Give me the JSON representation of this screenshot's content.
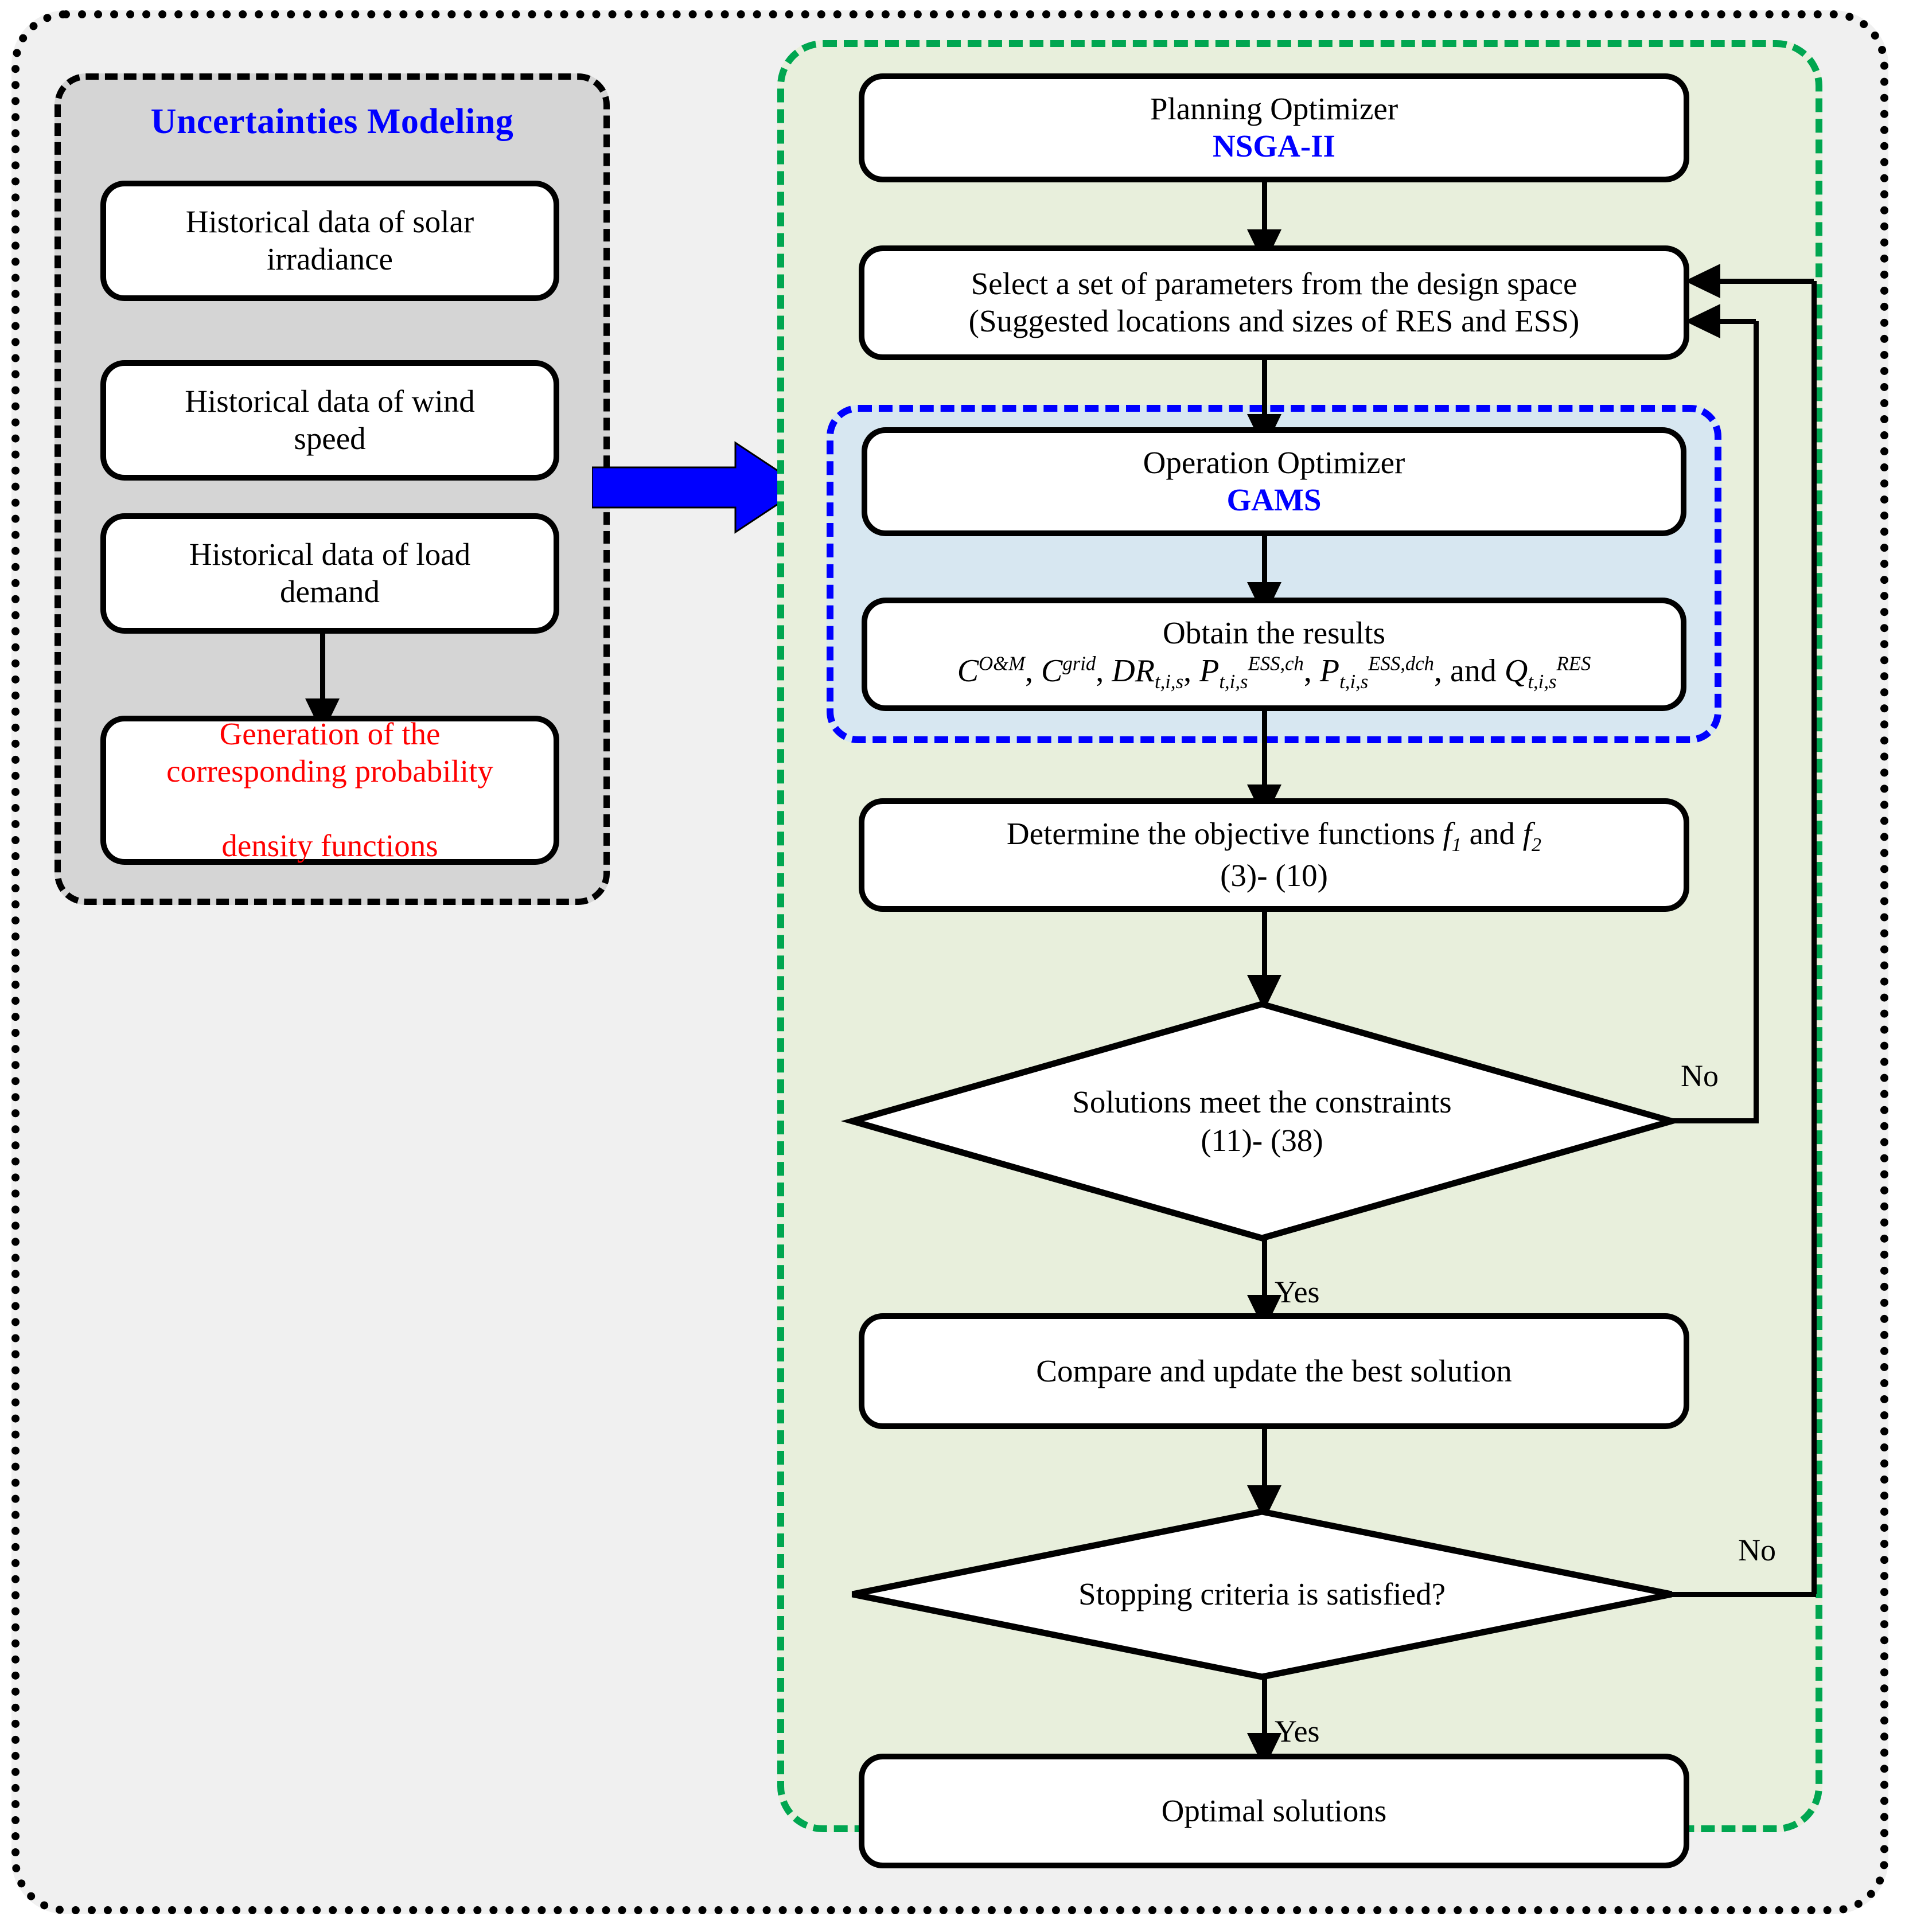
{
  "panels": {
    "left": {
      "title": "Uncertainties Modeling",
      "title_color": "#0000ff",
      "fill": "#d5d5d5"
    },
    "right": {
      "fill": "#e8efdc",
      "border_color": "#00a650"
    },
    "gams_region": {
      "fill": "#d7e7f1",
      "border_color": "#0000ff"
    },
    "outer": {
      "fill": "#f0f0f0",
      "border_color": "#000000"
    }
  },
  "left_nodes": [
    {
      "id": "solar",
      "line1": "Historical data of solar",
      "line2": "irradiance"
    },
    {
      "id": "wind",
      "line1": "Historical data of wind",
      "line2": "speed"
    },
    {
      "id": "load",
      "line1": "Historical data of load",
      "line2": "demand"
    },
    {
      "id": "pdf",
      "line1": "Generation of the",
      "line2": "corresponding probability",
      "line3": "density functions",
      "color": "#ff0000"
    }
  ],
  "right_nodes": {
    "planning_optimizer": {
      "line1": "Planning Optimizer",
      "line2": "NSGA-II",
      "accent_color": "#0000ff"
    },
    "select_params": {
      "line1": "Select a set of parameters from the design space",
      "line2": "(Suggested locations and sizes of RES and ESS)"
    },
    "operation_optimizer": {
      "line1": "Operation Optimizer",
      "line2": "GAMS",
      "accent_color": "#0000ff"
    },
    "obtain_results": {
      "line1": "Obtain the results",
      "formula_plain": "C^{O&M}, C^{grid}, DR_{t,i,s}, P_{t,i,s}^{ESS,ch}, P_{t,i,s}^{ESS,dch}, and Q_{t,i,s}^{RES}",
      "terms": [
        {
          "base": "C",
          "sup": "O&M",
          "sub": ""
        },
        {
          "base": "C",
          "sup": "grid",
          "sub": ""
        },
        {
          "base": "DR",
          "sup": "",
          "sub": "t,i,s"
        },
        {
          "base": "P",
          "sup": "ESS,ch",
          "sub": "t,i,s"
        },
        {
          "base": "P",
          "sup": "ESS,dch",
          "sub": "t,i,s"
        },
        {
          "base": "Q",
          "sup": "RES",
          "sub": "t,i,s"
        }
      ],
      "conjunction": "and"
    },
    "determine_objectives": {
      "line1_pre": "Determine the objective functions ",
      "f1": "f",
      "f1_sub": "1",
      "mid": " and ",
      "f2": "f",
      "f2_sub": "2",
      "line2": "(3)- (10)"
    },
    "compare_update": {
      "line1": "Compare and update the best solution"
    },
    "optimal_solutions": {
      "line1": "Optimal solutions"
    }
  },
  "decisions": {
    "constraints": {
      "line1": "Solutions meet the constraints",
      "line2": "(11)- (38)",
      "yes": "Yes",
      "no": "No"
    },
    "stopping": {
      "line1": "Stopping criteria is satisfied?",
      "yes": "Yes",
      "no": "No"
    }
  },
  "connector": {
    "transfer_arrow_color": "#0000ff"
  }
}
